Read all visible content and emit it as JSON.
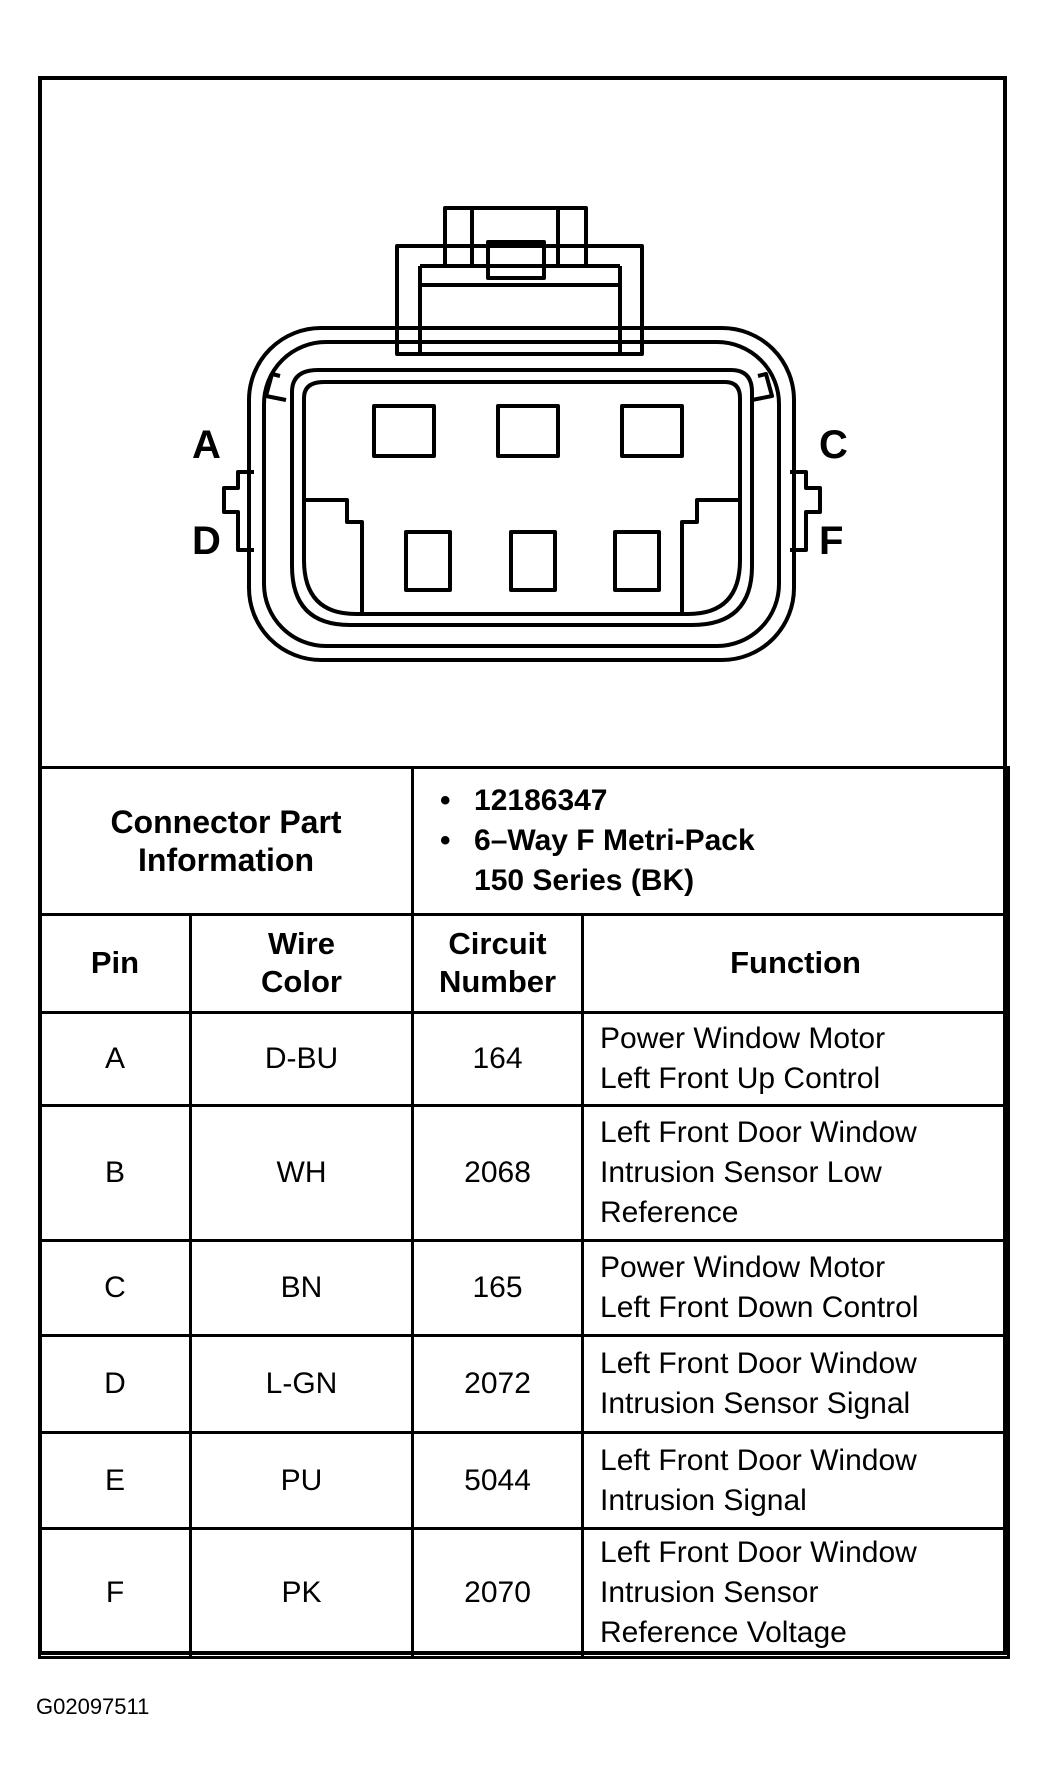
{
  "diagram": {
    "pin_labels": {
      "a": "A",
      "c": "C",
      "d": "D",
      "f": "F"
    }
  },
  "connector_part_info": {
    "label_line1": "Connector Part",
    "label_line2": "Information",
    "part_number": "12186347",
    "description_line1": "6–Way F Metri-Pack",
    "description_line2": "150 Series (BK)"
  },
  "table": {
    "headers": {
      "pin": "Pin",
      "wire_color_line1": "Wire",
      "wire_color_line2": "Color",
      "circuit_line1": "Circuit",
      "circuit_line2": "Number",
      "function": "Function"
    },
    "rows": [
      {
        "pin": "A",
        "wire_color": "D-BU",
        "circuit": "164",
        "function": [
          "Power Window Motor",
          "Left Front Up Control"
        ]
      },
      {
        "pin": "B",
        "wire_color": "WH",
        "circuit": "2068",
        "function": [
          "Left Front Door Window",
          "Intrusion Sensor Low",
          "Reference"
        ]
      },
      {
        "pin": "C",
        "wire_color": "BN",
        "circuit": "165",
        "function": [
          "Power Window Motor",
          "Left Front Down Control"
        ]
      },
      {
        "pin": "D",
        "wire_color": "L-GN",
        "circuit": "2072",
        "function": [
          "Left Front Door Window",
          "Intrusion Sensor Signal"
        ]
      },
      {
        "pin": "E",
        "wire_color": "PU",
        "circuit": "5044",
        "function": [
          "Left Front Door Window",
          "Intrusion Signal"
        ]
      },
      {
        "pin": "F",
        "wire_color": "PK",
        "circuit": "2070",
        "function": [
          "Left Front Door Window",
          "Intrusion Sensor",
          "Reference Voltage"
        ]
      }
    ]
  },
  "figure_id": "G02097511"
}
